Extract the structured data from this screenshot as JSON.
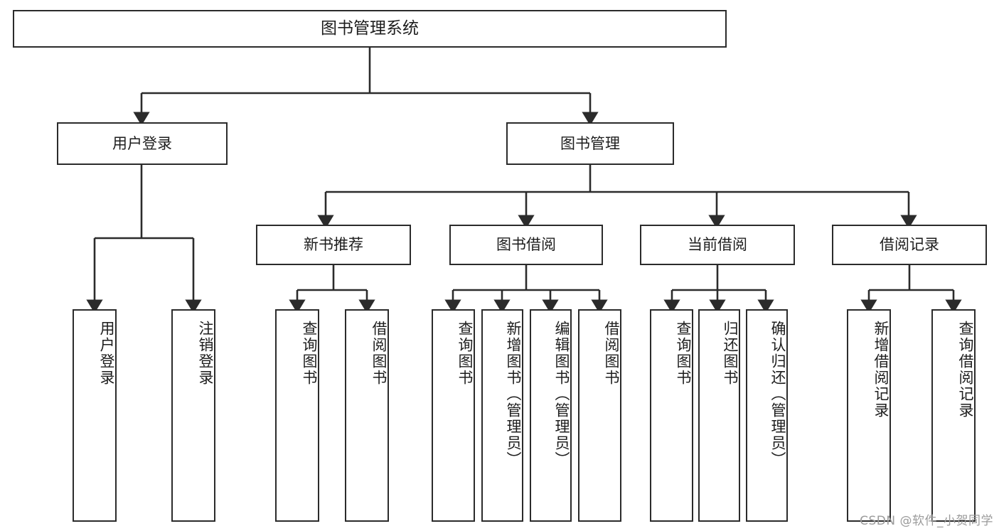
{
  "diagram": {
    "title": "图书管理系统",
    "type": "hierarchy-tree",
    "root": {
      "label": "图书管理系统"
    },
    "level2": [
      {
        "label": "用户登录"
      },
      {
        "label": "图书管理"
      }
    ],
    "level3": [
      {
        "label": "新书推荐"
      },
      {
        "label": "图书借阅"
      },
      {
        "label": "当前借阅"
      },
      {
        "label": "借阅记录"
      }
    ],
    "leaves": [
      {
        "label": "用户登录",
        "parent": "用户登录"
      },
      {
        "label": "注销登录",
        "parent": "用户登录"
      },
      {
        "label": "查询图书",
        "parent": "新书推荐"
      },
      {
        "label": "借阅图书",
        "parent": "新书推荐"
      },
      {
        "label": "查询图书",
        "parent": "图书借阅"
      },
      {
        "label": "新增图书（管理员）",
        "parent": "图书借阅"
      },
      {
        "label": "编辑图书（管理员）",
        "parent": "图书借阅"
      },
      {
        "label": "借阅图书",
        "parent": "图书借阅"
      },
      {
        "label": "查询图书",
        "parent": "当前借阅"
      },
      {
        "label": "归还图书",
        "parent": "当前借阅"
      },
      {
        "label": "确认归还（管理员）",
        "parent": "当前借阅"
      },
      {
        "label": "新增借阅记录",
        "parent": "借阅记录"
      },
      {
        "label": "查询借阅记录",
        "parent": "借阅记录"
      }
    ]
  },
  "watermark": {
    "text": "CSDN @软件_小贺同学"
  },
  "colors": {
    "stroke": "#2b2b2b",
    "background": "#ffffff",
    "text": "#1d1d1d",
    "watermark": "#9b9b9b"
  }
}
